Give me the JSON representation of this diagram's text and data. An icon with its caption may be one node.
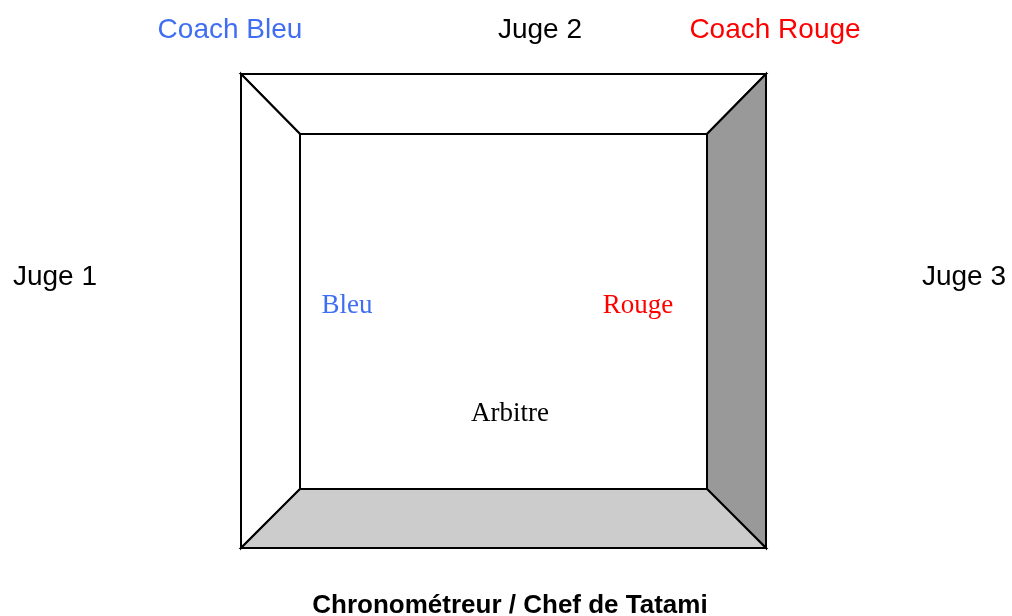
{
  "diagram": {
    "nodes": [
      {
        "text": [
          "Bleu",
          "Rouge",
          "Arbitre"
        ]
      }
    ],
    "edges": [],
    "labels": [
      "Coach Bleu",
      "Juge 2",
      "Coach Rouge",
      "Juge 1",
      "Juge 3",
      "Chronométreur / Chef de Tatami"
    ]
  }
}
